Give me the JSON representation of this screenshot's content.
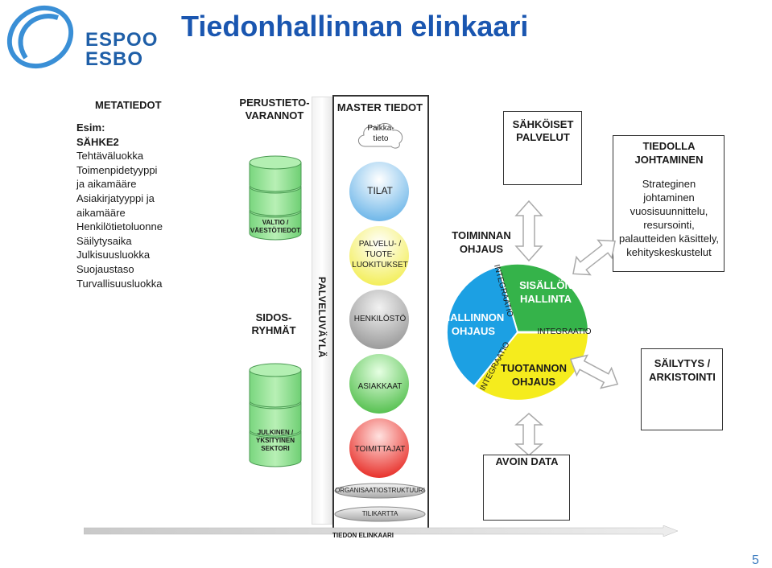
{
  "header": {
    "logo_line1": "ESPOO",
    "logo_line2": "ESBO",
    "title": "Tiedonhallinnan elinkaari"
  },
  "metadata": {
    "heading": "METATIEDOT",
    "items": [
      "Esim:",
      "SÄHKE2",
      "Tehtäväluokka",
      "Toimenpidetyyppi",
      "ja aikamääre",
      "Asiakirjatyyppi ja",
      "aikamääre",
      "Henkilötietoluonne",
      "Säilytysaika",
      "Julkisuusluokka",
      "Suojaustaso",
      "Turvallisuusluokka"
    ]
  },
  "registers": {
    "heading_line1": "PERUSTIETO-",
    "heading_line2": "VARANNOT",
    "db1_line1": "VALTIO /",
    "db1_line2": "VÄESTÖTIEDOT",
    "groups_line1": "SIDOS-",
    "groups_line2": "RYHMÄT",
    "db2_line1": "JULKINEN /",
    "db2_line2": "YKSITYINEN",
    "db2_line3": "SEKTORI"
  },
  "service_layer": "PALVELUVÄYLÄ",
  "master": {
    "heading": "MASTER TIEDOT",
    "cloud_line1": "Paikka-",
    "cloud_line2": "tieto",
    "tilat": "TILAT",
    "palvelu_line1": "PALVELU- /",
    "palvelu_line2": "TUOTE-",
    "palvelu_line3": "LUOKITUKSET",
    "henkilosto": "HENKILÖSTÖ",
    "asiakkaat": "ASIAKKAAT",
    "toimittajat": "TOIMITTAJAT",
    "org": "ORGANISAATIOSTRUKTUURI",
    "tilikartta": "TILIKARTTA",
    "colors": {
      "tilat": "#6fb7e9",
      "palvelu": "#f3ee5a",
      "henkilosto": "#9b9b9b",
      "asiakkaat": "#57c151",
      "toimittajat": "#e8322c"
    }
  },
  "center": {
    "sahkoiset_line1": "SÄHKÖISET",
    "sahkoiset_line2": "PALVELUT",
    "toiminnan_line1": "TOIMINNAN",
    "toiminnan_line2": "OHJAUS",
    "sisallon_line1": "SISÄLLÖN",
    "sisallon_line2": "HALLINTA",
    "hallinnon_line1": "HALLINNON",
    "hallinnon_line2": "OHJAUS",
    "tuotannon_line1": "TUOTANNON",
    "tuotannon_line2": "OHJAUS",
    "integraatio": "INTEGRAATIO",
    "avoin_data": "AVOIN DATA",
    "colors": {
      "sisallon": "#35b34a",
      "hallinnon": "#1ca0e3",
      "tuotannon": "#f5ec1d"
    }
  },
  "right": {
    "johtaminen_line1": "TIEDOLLA",
    "johtaminen_line2": "JOHTAMINEN",
    "johtaminen_desc": [
      "Strateginen",
      "johtaminen",
      "vuosisuunnittelu,",
      "resursointi,",
      "palautteiden käsittely,",
      "kehityskeskustelut"
    ],
    "sailytys_line1": "SÄILYTYS /",
    "sailytys_line2": "ARKISTOINTI"
  },
  "footer": {
    "lifecycle": "TIEDON ELINKAARI",
    "page_number": "5"
  }
}
